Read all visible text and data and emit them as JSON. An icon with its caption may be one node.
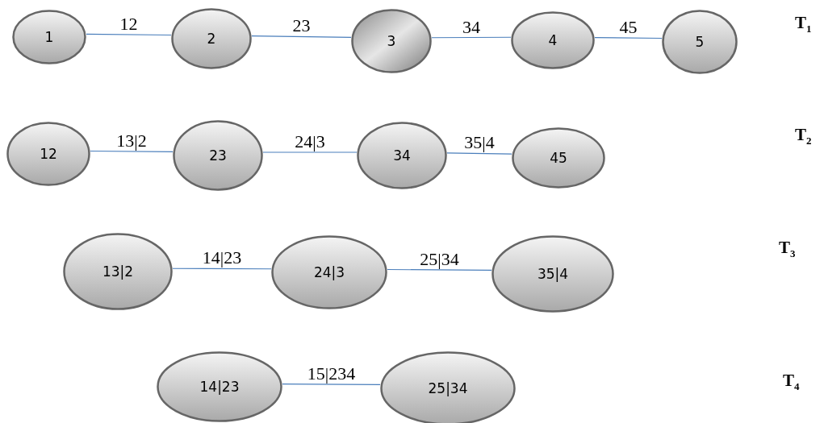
{
  "diagram": {
    "nodes": [
      {
        "text": [
          "1"
        ]
      },
      {
        "text": [
          "2"
        ]
      },
      {
        "text": [
          "3"
        ]
      },
      {
        "text": [
          "4"
        ]
      },
      {
        "text": [
          "5"
        ]
      },
      {
        "text": [
          "12"
        ]
      },
      {
        "text": [
          "23"
        ]
      },
      {
        "text": [
          "34"
        ]
      },
      {
        "text": [
          "45"
        ]
      },
      {
        "text": [
          "13|2"
        ]
      },
      {
        "text": [
          "24|3"
        ]
      },
      {
        "text": [
          "35|4"
        ]
      },
      {
        "text": [
          "14|23"
        ]
      },
      {
        "text": [
          "25|34"
        ]
      }
    ],
    "edges": [
      {
        "from": 0,
        "to": 1,
        "arrow": "none",
        "label": "12"
      },
      {
        "from": 1,
        "to": 2,
        "arrow": "none",
        "label": "23"
      },
      {
        "from": 2,
        "to": 3,
        "arrow": "none",
        "label": "34"
      },
      {
        "from": 3,
        "to": 4,
        "arrow": "none",
        "label": "45"
      },
      {
        "from": 5,
        "to": 6,
        "arrow": "none",
        "label": "13|2"
      },
      {
        "from": 6,
        "to": 7,
        "arrow": "none",
        "label": "24|3"
      },
      {
        "from": 7,
        "to": 8,
        "arrow": "none",
        "label": "35|4"
      },
      {
        "from": 9,
        "to": 10,
        "arrow": "none",
        "label": "14|23"
      },
      {
        "from": 10,
        "to": 11,
        "arrow": "none",
        "label": "25|34"
      },
      {
        "from": 12,
        "to": 13,
        "arrow": "none",
        "label": "15|234"
      }
    ],
    "labels": [
      "T$_{1}$",
      "T$_{2}$",
      "T$_{3}$",
      "T$_{4}$"
    ]
  }
}
